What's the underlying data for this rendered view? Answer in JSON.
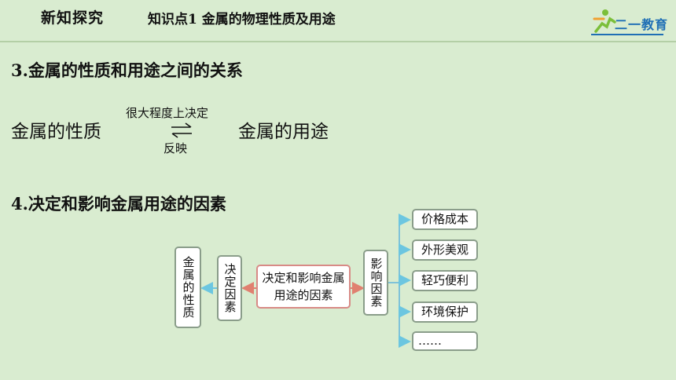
{
  "header": {
    "title": "新知探究",
    "subtitle": "知识点1  金属的物理性质及用途",
    "logo_text": "二一教育"
  },
  "section3": {
    "title": "3.金属的性质和用途之间的关系",
    "left_term": "金属的性质",
    "right_term": "金属的用途",
    "forward_label": "很大程度上决定",
    "backward_label": "反映"
  },
  "section4": {
    "title": "4.决定和影响金属用途的因素",
    "properties_box": "金属的性质",
    "decide_box": "决定因素",
    "center_box": "决定和影响金属用途的因素",
    "influence_box": "影响因素",
    "factors": [
      "价格成本",
      "外形美观",
      "轻巧便利",
      "环境保护",
      "……"
    ]
  },
  "colors": {
    "background": "#d9ecd0",
    "arrow_left": "#6cc6e0",
    "arrow_right": "#7fc3d8",
    "arrow_red": "#e08070",
    "center_border": "#d88a86"
  }
}
